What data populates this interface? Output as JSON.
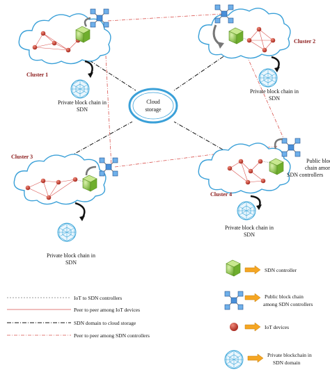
{
  "colors": {
    "cloud_stroke": "#3aa0d8",
    "controller": "#8cc63f",
    "iot_device": "#c0392b",
    "legend_arrow": "#f5a623",
    "cluster_label": "#8b1a1a",
    "blockchain_net": "#2d9fd6"
  },
  "center": {
    "label_line1": "Cloud",
    "label_line2": "storage"
  },
  "clusters": [
    {
      "label": "Cluster 1",
      "caption_line1": "Private block chain in",
      "caption_line2": "SDN"
    },
    {
      "label": "Cluster 2",
      "caption_line1": "Private block chain in",
      "caption_line2": "SDN"
    },
    {
      "label": "Cluster 3",
      "caption_line1": "Private block chain in",
      "caption_line2": "SDN"
    },
    {
      "label": "Cluster 4",
      "caption_line1": "Private block chain in",
      "caption_line2": "SDN"
    }
  ],
  "public_label": {
    "line1": "Public block",
    "line2": "chain among",
    "line3": "SDN controllers"
  },
  "legend_lines": [
    {
      "text": "IoT to SDN controllers",
      "style": "dotted-gray"
    },
    {
      "text": "Peer to peer among IoT devices",
      "style": "solid-red"
    },
    {
      "text": "SDN domain to cloud storage",
      "style": "dash-dot-black"
    },
    {
      "text": "Peer to peer among SDN controllers",
      "style": "dash-dot-red"
    }
  ],
  "legend_icons": [
    {
      "icon": "sdn-controller-icon",
      "line1": "SDN controller",
      "line2": ""
    },
    {
      "icon": "public-blockchain-icon",
      "line1": "Public block chain",
      "line2": "among SDN controllers"
    },
    {
      "icon": "iot-device-icon",
      "line1": "IoT devices",
      "line2": ""
    },
    {
      "icon": "private-blockchain-icon",
      "line1": "Private blockchain in",
      "line2": "SDN domain"
    }
  ]
}
